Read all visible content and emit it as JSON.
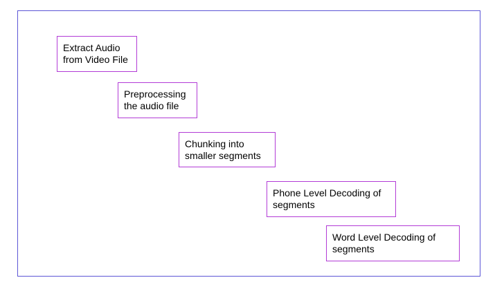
{
  "diagram": {
    "steps": [
      {
        "lines": [
          "Extract Audio",
          "from Video File"
        ]
      },
      {
        "lines": [
          "Preprocessing",
          "the audio file"
        ]
      },
      {
        "lines": [
          "Chunking into",
          "smaller segments"
        ]
      },
      {
        "lines": [
          "Phone Level Decoding of",
          "segments"
        ]
      },
      {
        "lines": [
          "Word Level Decoding of",
          "segments"
        ]
      }
    ],
    "colors": {
      "frame_border": "#5b55d6",
      "box_border": "#b23bd6"
    }
  }
}
